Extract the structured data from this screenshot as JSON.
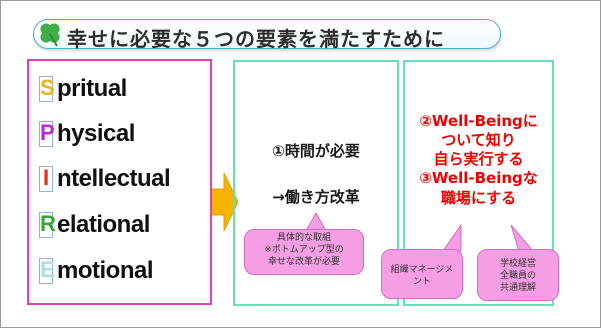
{
  "title": "幸せに必要な５つの要素を満たすために",
  "spire": [
    {
      "letter": "S",
      "word": "pritual",
      "color": "#f2b21a"
    },
    {
      "letter": "P",
      "word": "hysical",
      "color": "#b22fd0"
    },
    {
      "letter": "I",
      "word": "ntellectual",
      "color": "#e82a1e"
    },
    {
      "letter": "R",
      "word": "elational",
      "color": "#3aa637"
    },
    {
      "letter": "E",
      "word": "motional",
      "color": "#a8e3e0"
    }
  ],
  "middle": {
    "line1": "①時間が必要",
    "line2": "→働き方改革"
  },
  "right": {
    "lines": [
      "②Well-Beingに",
      "ついて知り",
      "自ら実行する",
      "③Well-Beingな",
      "職場にする"
    ]
  },
  "callouts": {
    "concrete": [
      "具体的な取組",
      "※ボトムアップ型の",
      "幸せな改革が必要"
    ],
    "management": [
      "組織マネージメ",
      "ント"
    ],
    "school": [
      "学校経営",
      "全職員の",
      "共通理解"
    ]
  },
  "colors": {
    "spire_border": "#e23fbd",
    "box_border": "#67dfb2",
    "arrow": "#f5b400",
    "emphasis_text": "#f20000",
    "callout_fill": "#f59ee4"
  },
  "icons": {
    "title_icon": "four-leaf-clover-icon",
    "arrow": "right-arrow"
  }
}
